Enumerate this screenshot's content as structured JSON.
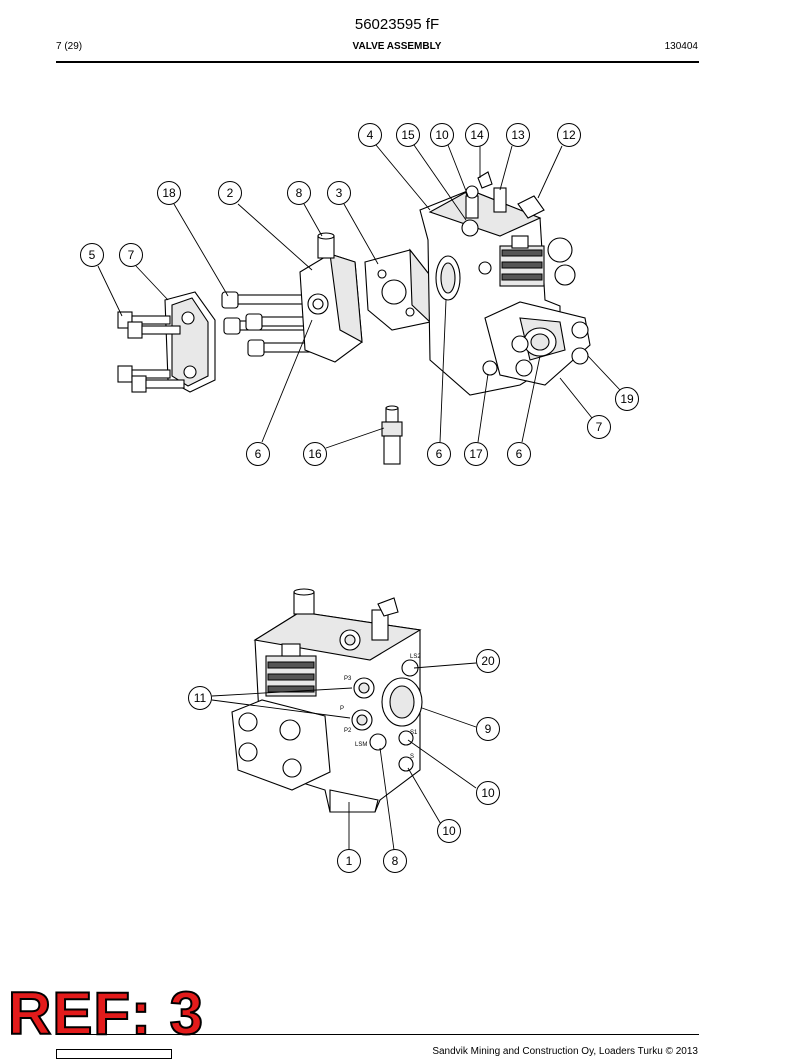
{
  "header": {
    "doc_number": "56023595 fF",
    "page": "7 (29)",
    "title": "VALVE ASSEMBLY",
    "date_code": "130404"
  },
  "upper_view": {
    "callouts": [
      "4",
      "15",
      "10",
      "14",
      "13",
      "12",
      "18",
      "2",
      "8",
      "3",
      "5",
      "7",
      "19",
      "7",
      "6",
      "16",
      "6",
      "17",
      "6"
    ]
  },
  "lower_view": {
    "callouts": [
      "20",
      "11",
      "9",
      "10",
      "10",
      "1",
      "8"
    ],
    "port_labels": [
      "LS2",
      "P3",
      "P",
      "P2",
      "LSM",
      "S1",
      "S"
    ]
  },
  "footer": {
    "stamp": "REF: 3",
    "copyright": "Sandvik Mining and Construction Oy, Loaders Turku © 2013"
  }
}
